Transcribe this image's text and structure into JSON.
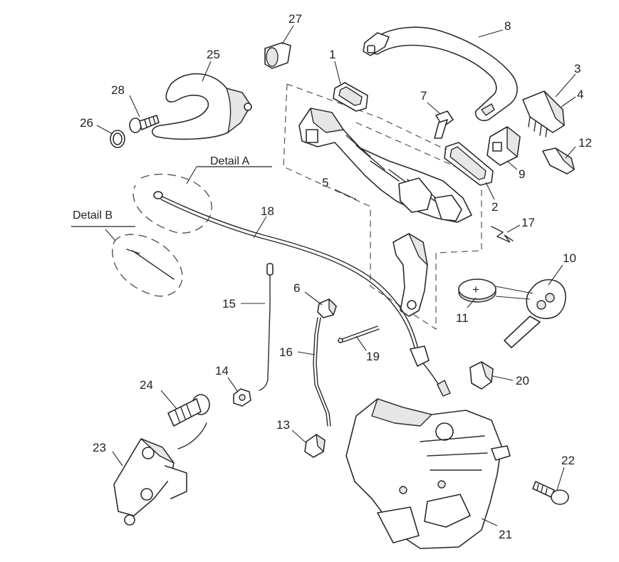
{
  "details": {
    "detail_a": "Detail A",
    "detail_b": "Detail B"
  },
  "callouts": {
    "c1": "1",
    "c2": "2",
    "c3": "3",
    "c4": "4",
    "c5": "5",
    "c6": "6",
    "c7": "7",
    "c8": "8",
    "c9": "9",
    "c10": "10",
    "c11": "11",
    "c12": "12",
    "c13": "13",
    "c14": "14",
    "c15": "15",
    "c16": "16",
    "c17": "17",
    "c18": "18",
    "c19": "19",
    "c20": "20",
    "c21": "21",
    "c22": "22",
    "c23": "23",
    "c24": "24",
    "c25": "25",
    "c26": "26",
    "c27": "27",
    "c28": "28"
  }
}
